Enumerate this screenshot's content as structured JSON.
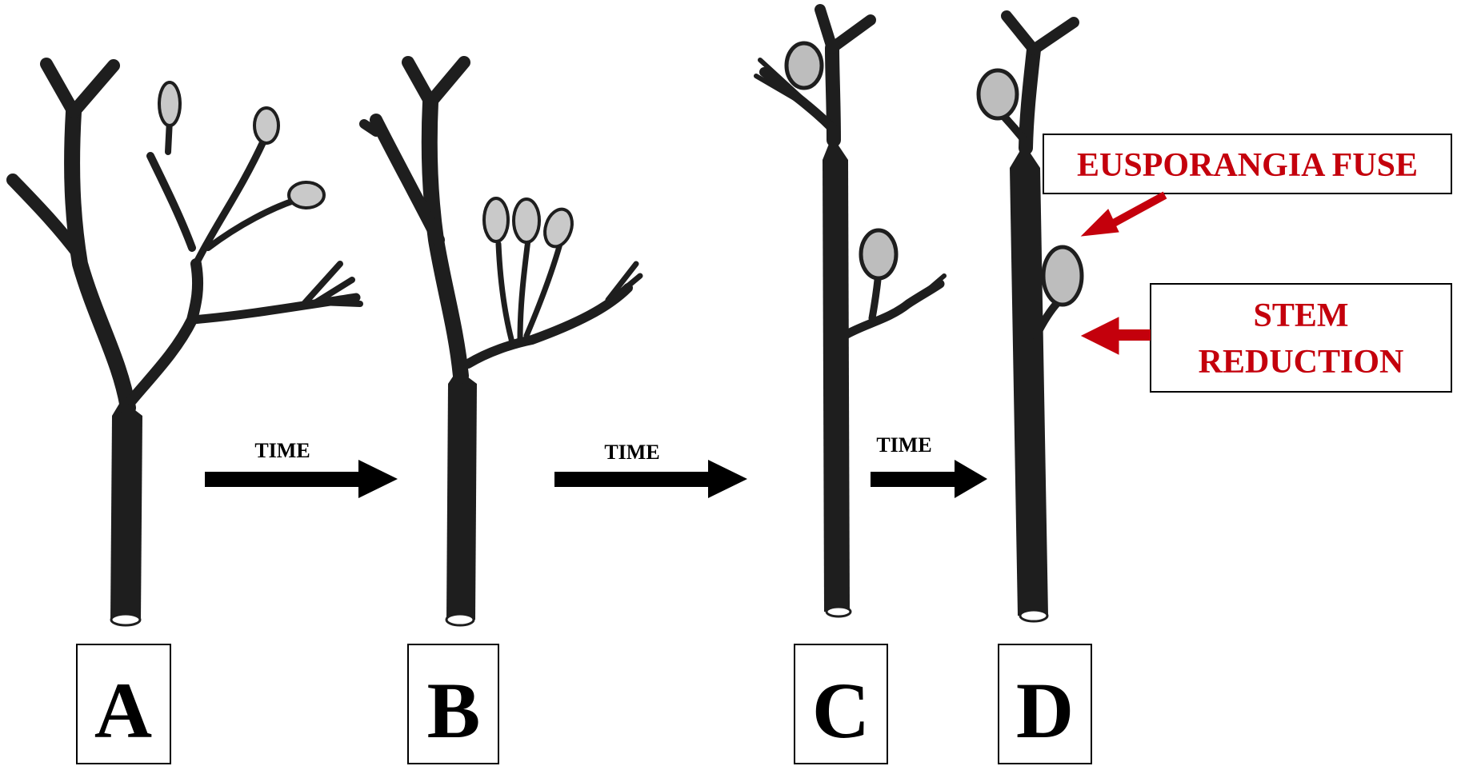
{
  "stages": [
    {
      "id": "A",
      "letter": "A"
    },
    {
      "id": "B",
      "letter": "B"
    },
    {
      "id": "C",
      "letter": "C"
    },
    {
      "id": "D",
      "letter": "D"
    }
  ],
  "time_arrows": [
    {
      "label": "TIME"
    },
    {
      "label": "TIME"
    },
    {
      "label": "TIME"
    }
  ],
  "callouts": {
    "eusporangia_fuse": "EUSPORANGIA FUSE",
    "stem_reduction_line1": "STEM",
    "stem_reduction_line2": "REDUCTION"
  },
  "colors": {
    "plant": "#1e1e1e",
    "sporangium": "#c9c9c9",
    "callout_red": "#c4000c",
    "background": "#ffffff"
  }
}
